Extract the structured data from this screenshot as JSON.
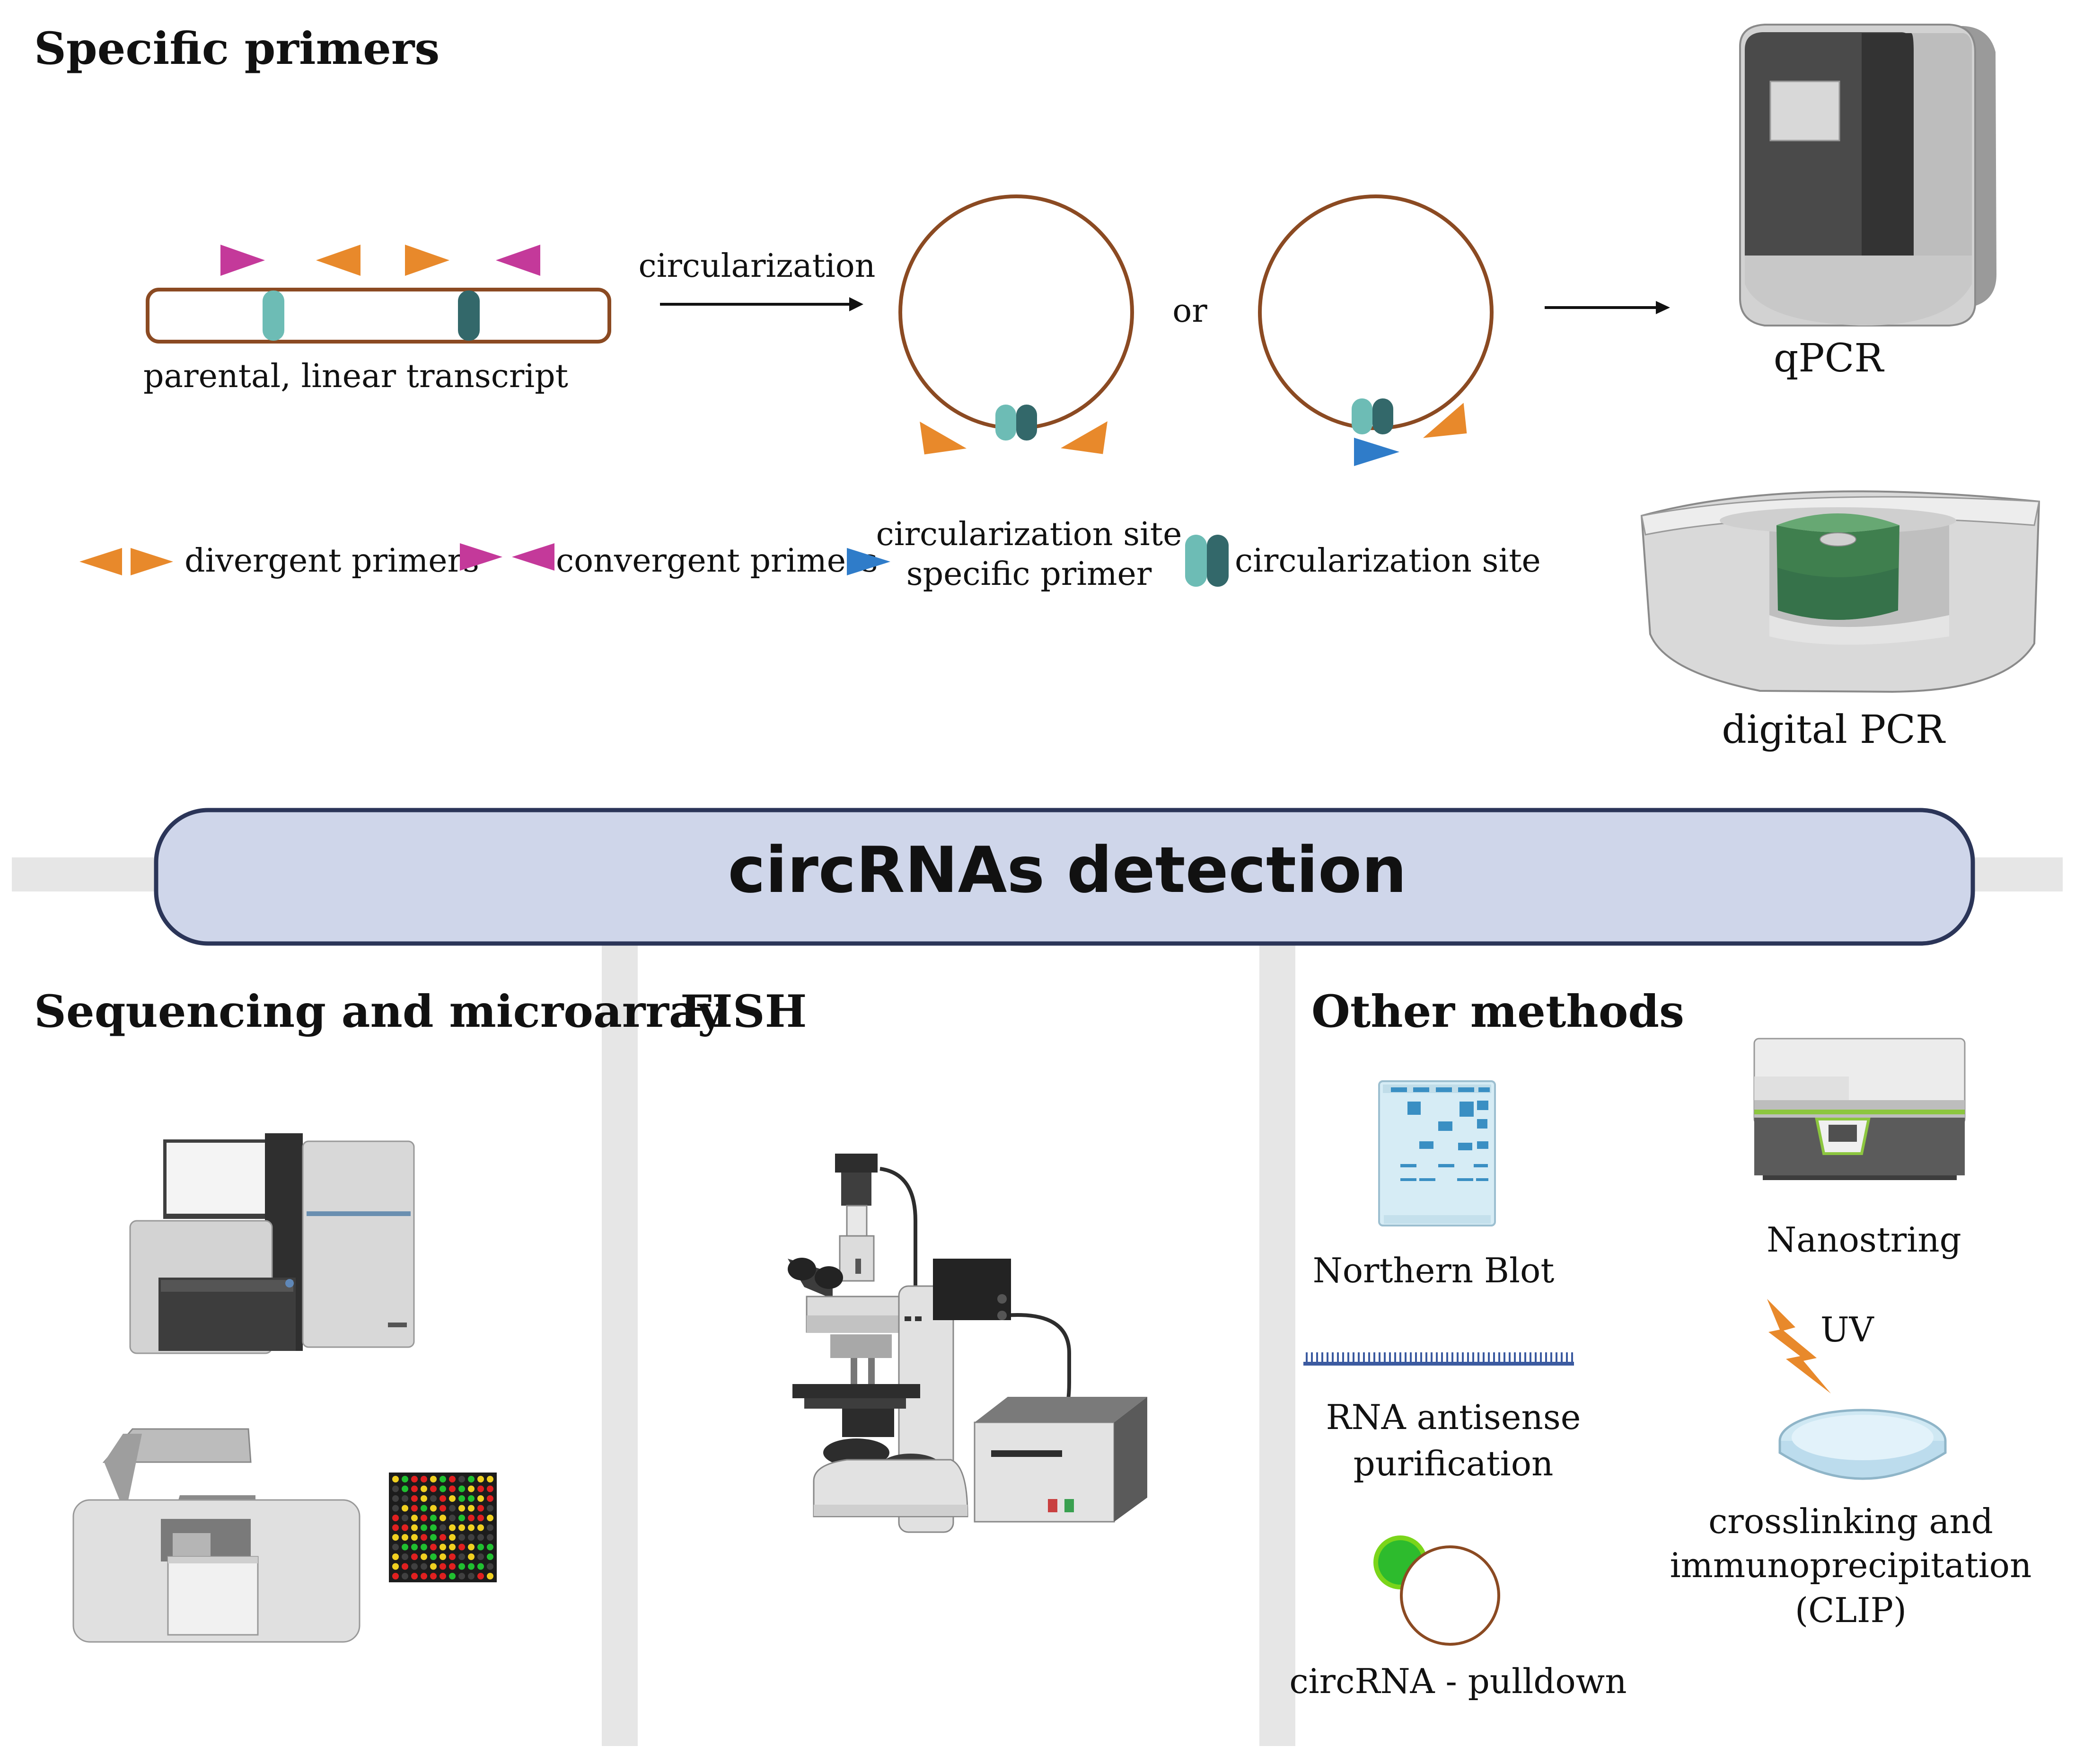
{
  "sections": {
    "specific_primers": {
      "title": "Specific primers",
      "transcript_label": "parental, linear transcript",
      "arrow_label": "circularization",
      "or_label": "or",
      "legend": {
        "divergent": "divergent primers",
        "convergent": "convergent primers",
        "site_primer_line1": "circularization site",
        "site_primer_line2": "specific primer",
        "site": "circularization site"
      },
      "instruments": {
        "qpcr": "qPCR",
        "digital_pcr": "digital PCR"
      }
    },
    "banner": {
      "title": "circRNAs detection"
    },
    "sequencing": {
      "title": "Sequencing and microarray"
    },
    "fish": {
      "title": "FISH"
    },
    "other": {
      "title": "Other methods",
      "northern": "Northern Blot",
      "nanostring": "Nanostring",
      "uv": "UV",
      "antisense_line1": "RNA antisense",
      "antisense_line2": "purification",
      "clip_line1": "crosslinking and",
      "clip_line2": "immunoprecipitation",
      "clip_line3": "(CLIP)",
      "pulldown": "circRNA - pulldown"
    }
  },
  "colors": {
    "orange": "#e8892b",
    "magenta": "#c4399a",
    "blue": "#2f7cc9",
    "teal_light": "#6dbcb5",
    "teal_dark": "#33686a",
    "brown": "#8b4a22",
    "banner_fill": "#cfd6ea",
    "banner_stroke": "#2b3558",
    "divider": "#e6e6e6",
    "dpcr_green": "#3f8f55",
    "probe_green": "#2dbb2d"
  }
}
